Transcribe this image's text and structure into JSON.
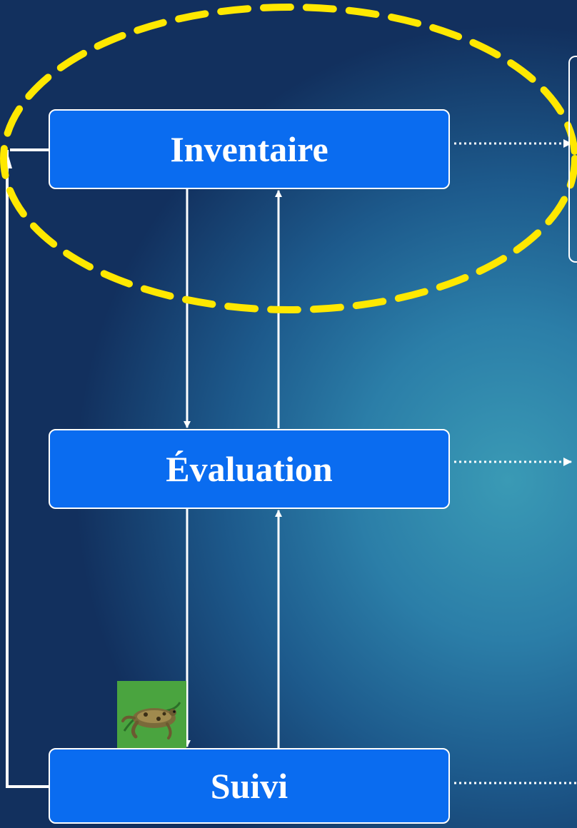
{
  "diagram": {
    "boxes": {
      "inventaire": "Inventaire",
      "evaluation": "Évaluation",
      "suivi": "Suivi"
    },
    "highlight_color": "#ffe800",
    "box_color": "#0a6cf0",
    "line_color": "#ffffff",
    "frog_image": "frog-photo"
  }
}
